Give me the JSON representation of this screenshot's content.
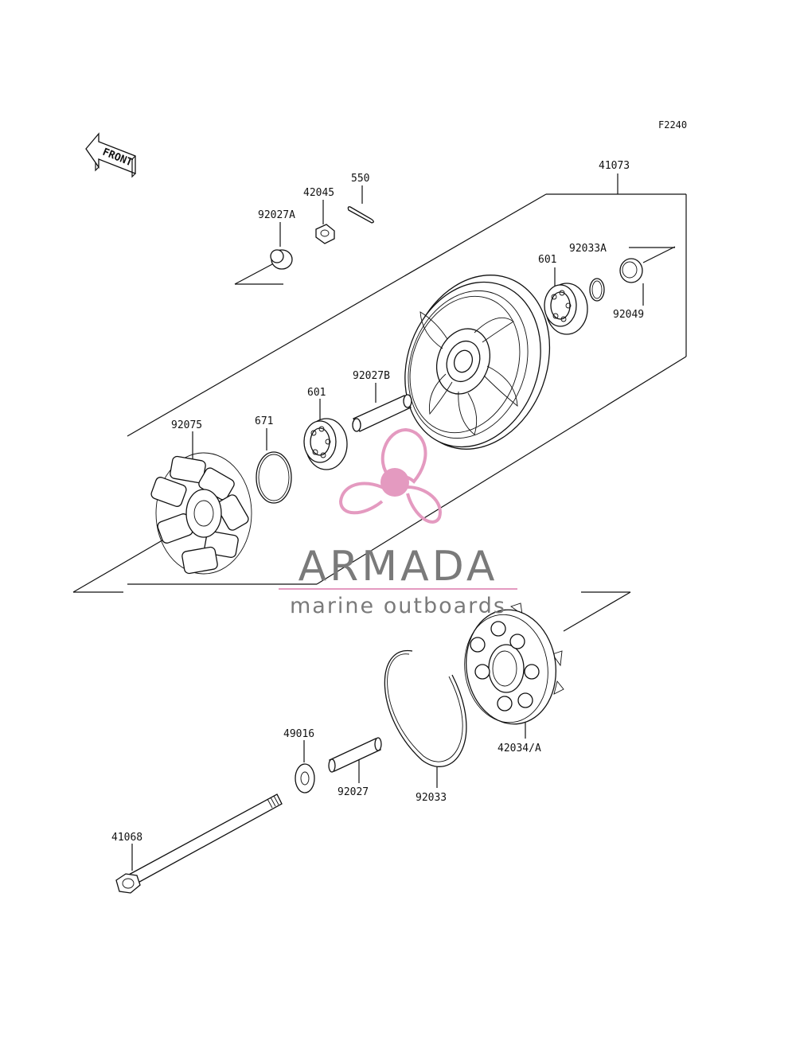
{
  "diagram": {
    "figure_code": "F2240",
    "front_label": "FRONT",
    "labels": {
      "assembly": "41073",
      "collar_a": "92027A",
      "nut": "42045",
      "cotter_pin": "550",
      "circlip_a": "92033A",
      "bearing_right": "601",
      "seal": "92049",
      "collar_b": "92027B",
      "bearing_left": "601",
      "o_ring": "671",
      "damper": "92075",
      "sprocket": "42034/A",
      "washer": "49016",
      "collar": "92027",
      "circlip": "92033",
      "axle": "41068"
    }
  },
  "watermark": {
    "title": "ARMADA",
    "subtitle": "marine outboards",
    "color_pink": "#e49ac0",
    "color_text": "#7a7a7a"
  }
}
